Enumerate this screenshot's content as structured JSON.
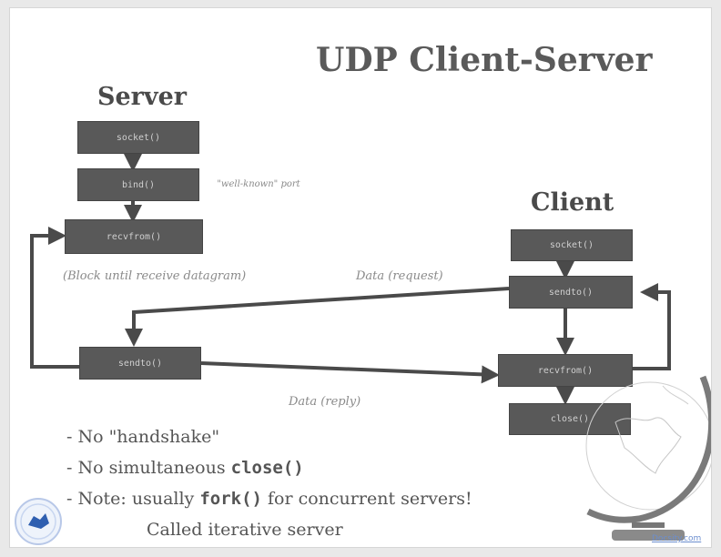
{
  "title": "UDP Client-Server",
  "server": {
    "heading": "Server",
    "boxes": [
      "socket()",
      "bind()",
      "recvfrom()",
      "sendto()"
    ],
    "port_note": "\"well-known\" port",
    "block_note": "(Block until receive datagram)"
  },
  "client": {
    "heading": "Client",
    "boxes": [
      "socket()",
      "sendto()",
      "recvfrom()",
      "close()"
    ]
  },
  "labels": {
    "request": "Data (request)",
    "reply": "Data (reply)"
  },
  "bullets": {
    "b1": "- No \"handshake\"",
    "b2_prefix": "- No simultaneous ",
    "b2_code": "close()",
    "b3_prefix": "- Note: usually ",
    "b3_code": "fork()",
    "b3_suffix": " for concurrent servers!",
    "b4": "Called iterative server"
  },
  "footer": "Docsity.com",
  "colors": {
    "box_fill": "#595959",
    "arrow": "#4a4a4a",
    "text": "#555555"
  }
}
